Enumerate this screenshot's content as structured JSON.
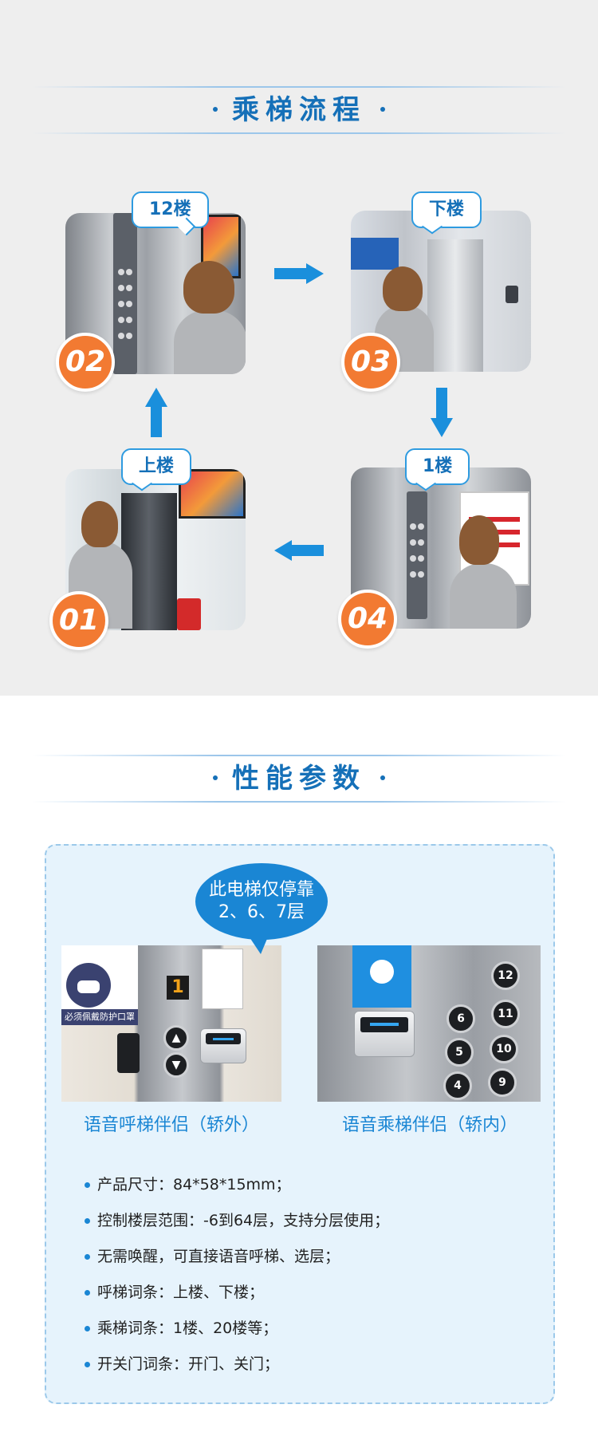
{
  "section1": {
    "title": "乘梯流程",
    "steps": [
      {
        "badge": "02",
        "bubble": "12楼"
      },
      {
        "badge": "03",
        "bubble": "下楼"
      },
      {
        "badge": "01",
        "bubble": "上楼"
      },
      {
        "badge": "04",
        "bubble": "1楼"
      }
    ]
  },
  "section2": {
    "title": "性能参数",
    "speech": [
      "此电梯仅停靠",
      "2、6、7层"
    ],
    "sign_text": "必须佩戴防护口罩",
    "floor_display": "1",
    "car_buttons": [
      "12",
      "6",
      "11",
      "5",
      "10",
      "4",
      "9"
    ],
    "captions": [
      "语音呼梯伴侣（轿外）",
      "语音乘梯伴侣（轿内）"
    ],
    "specs": [
      "产品尺寸：84*58*15mm；",
      "控制楼层范围：-6到64层，支持分层使用；",
      "无需唤醒，可直接语音呼梯、选层；",
      "呼梯词条：上楼、下楼；",
      "乘梯词条：1楼、20楼等；",
      "开关门词条：开门、关门；"
    ]
  },
  "colors": {
    "accent": "#1570b8",
    "badge": "#f27a32",
    "arrow": "#1a8fdc",
    "card_bg": "#e6f3fc"
  },
  "icons": [
    "arrow-right-icon",
    "arrow-down-icon",
    "arrow-left-icon",
    "arrow-up-icon",
    "mask-icon",
    "microphone-icon"
  ]
}
